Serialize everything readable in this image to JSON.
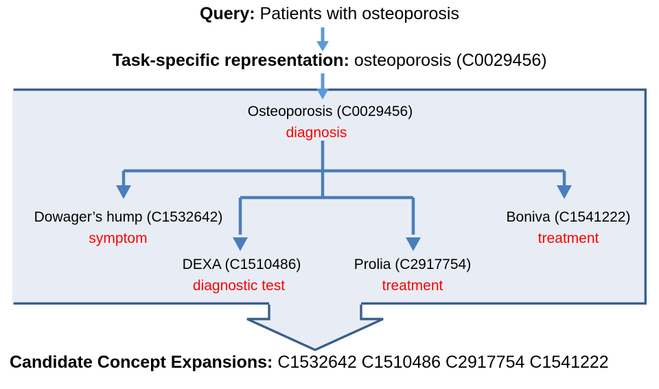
{
  "header": {
    "query_label": "Query:",
    "query_text": " Patients with osteoporosis",
    "taskrep_label": "Task-specific representation:",
    "taskrep_text": " osteoporosis (C0029456)"
  },
  "graph": {
    "box_fill": "#E8EDF5",
    "box_border": "#3A5F8A",
    "connector_color": "#4A7EBB",
    "flow_arrow_color": "#5B9BD5",
    "relation_color": "#FF0000",
    "root": {
      "concept": "Osteoporosis (C0029456)",
      "relation": "diagnosis"
    },
    "children": [
      {
        "concept": "Dowager’s hump (C1532642)",
        "relation": "symptom"
      },
      {
        "concept": "DEXA (C1510486)",
        "relation": "diagnostic test"
      },
      {
        "concept": "Prolia (C2917754)",
        "relation": "treatment"
      },
      {
        "concept": "Boniva (C1541222)",
        "relation": "treatment"
      }
    ]
  },
  "footer": {
    "label": "Candidate Concept Expansions:",
    "cuis": " C1532642  C1510486  C2917754  C1541222"
  }
}
